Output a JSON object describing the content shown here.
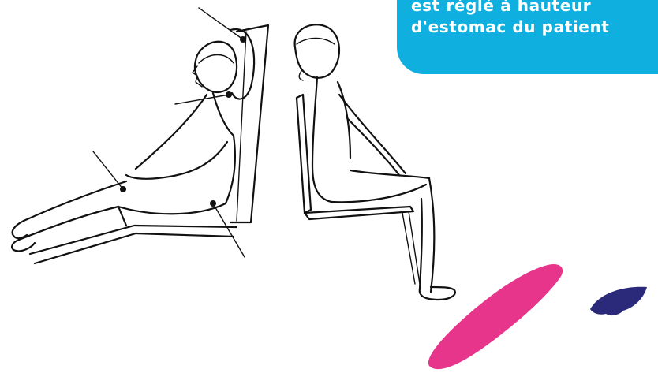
{
  "callout": {
    "lines": [
      "est réglé à hauteur",
      "d'estomac du patient"
    ],
    "background_color": "#0fb0e0",
    "text_color": "#ffffff"
  },
  "figures": [
    {
      "name": "reclining-patient",
      "description_icon": "reclining-patient-icon"
    },
    {
      "name": "seated-patient",
      "description_icon": "seated-patient-icon"
    }
  ],
  "decorations": {
    "pink_stroke_color": "#e8358c",
    "navy_blob_color": "#2b2a7a"
  }
}
